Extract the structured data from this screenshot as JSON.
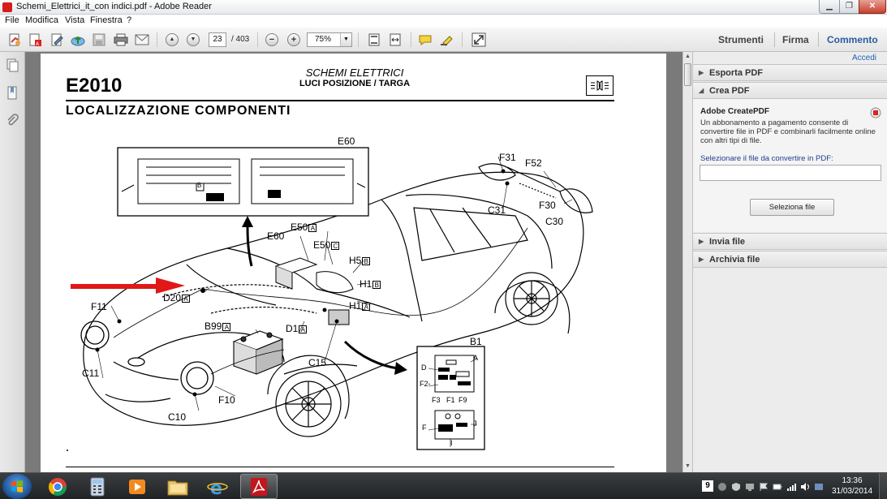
{
  "window": {
    "title": "Schemi_Elettrici_it_con indici.pdf - Adobe Reader",
    "min_glyph": "▁",
    "max_glyph": "❐",
    "close_glyph": "✕"
  },
  "menu": [
    "File",
    "Modifica",
    "Vista",
    "Finestra",
    "?"
  ],
  "toolbar": {
    "page_current": "23",
    "page_total": "/ 403",
    "zoom": "75%",
    "zoom_out_glyph": "−",
    "zoom_in_glyph": "+",
    "prev_glyph": "▲",
    "next_glyph": "▼",
    "dropdown_glyph": "▼",
    "links": [
      "Strumenti",
      "Firma",
      "Commento"
    ]
  },
  "document": {
    "model": "E2010",
    "section": "SCHEMI ELETTRICI",
    "subsection": "LUCI POSIZIONE / TARGA",
    "heading": "LOCALIZZAZIONE COMPONENTI",
    "inset_label_b": "B",
    "callouts": {
      "e60_top": "E60",
      "f31": "F31",
      "f52": "F52",
      "c31": "C31",
      "f30": "F30",
      "c30": "C30",
      "e60": "E60",
      "e50a": "E50",
      "e50c": "E50",
      "h5b": "H5",
      "h1b": "H1",
      "h1a": "H1",
      "d20a": "D20",
      "f11": "F11",
      "b99a": "B99",
      "d1a": "D1",
      "c15": "C15",
      "b1": "B1",
      "c11": "C11",
      "f10": "F10",
      "c10": "C10"
    },
    "callout_letters": {
      "e50a": "A",
      "e50c": "C",
      "h5b": "B",
      "h1b": "B",
      "h1a": "A",
      "d20a": "A",
      "b99a": "A",
      "d1a": "A"
    },
    "fusebox_labels": {
      "a": "A",
      "d": "D",
      "f2": "F2-",
      "f3": "F3",
      "f1": "F1",
      "f9": "F9",
      "f": "F",
      "j": "J",
      "i": "I"
    }
  },
  "scrollbar": {
    "up_glyph": "▲",
    "down_glyph": "▼"
  },
  "right_pane": {
    "accedi": "Accedi",
    "collapsed_glyph": "▶",
    "expanded_glyph": "◢",
    "sections": {
      "esporta": "Esporta PDF",
      "crea": "Crea PDF",
      "invia": "Invia file",
      "archivia": "Archivia file"
    },
    "create_pdf": {
      "title": "Adobe CreatePDF",
      "description": "Un abbonamento a pagamento consente di convertire file in PDF e combinarli facilmente online con altri tipi di file.",
      "field_label": "Selezionare il file da convertire in PDF:",
      "field_value": "",
      "button_label": "Seleziona file"
    }
  },
  "taskbar": {
    "keyboard_badge": "9",
    "time": "13:36",
    "date": "31/03/2014"
  },
  "colors": {
    "accent_red": "#d71c1c",
    "arrow_red": "#e01818",
    "link_blue": "#1f63b5",
    "taskbar": "#2b2f33"
  }
}
